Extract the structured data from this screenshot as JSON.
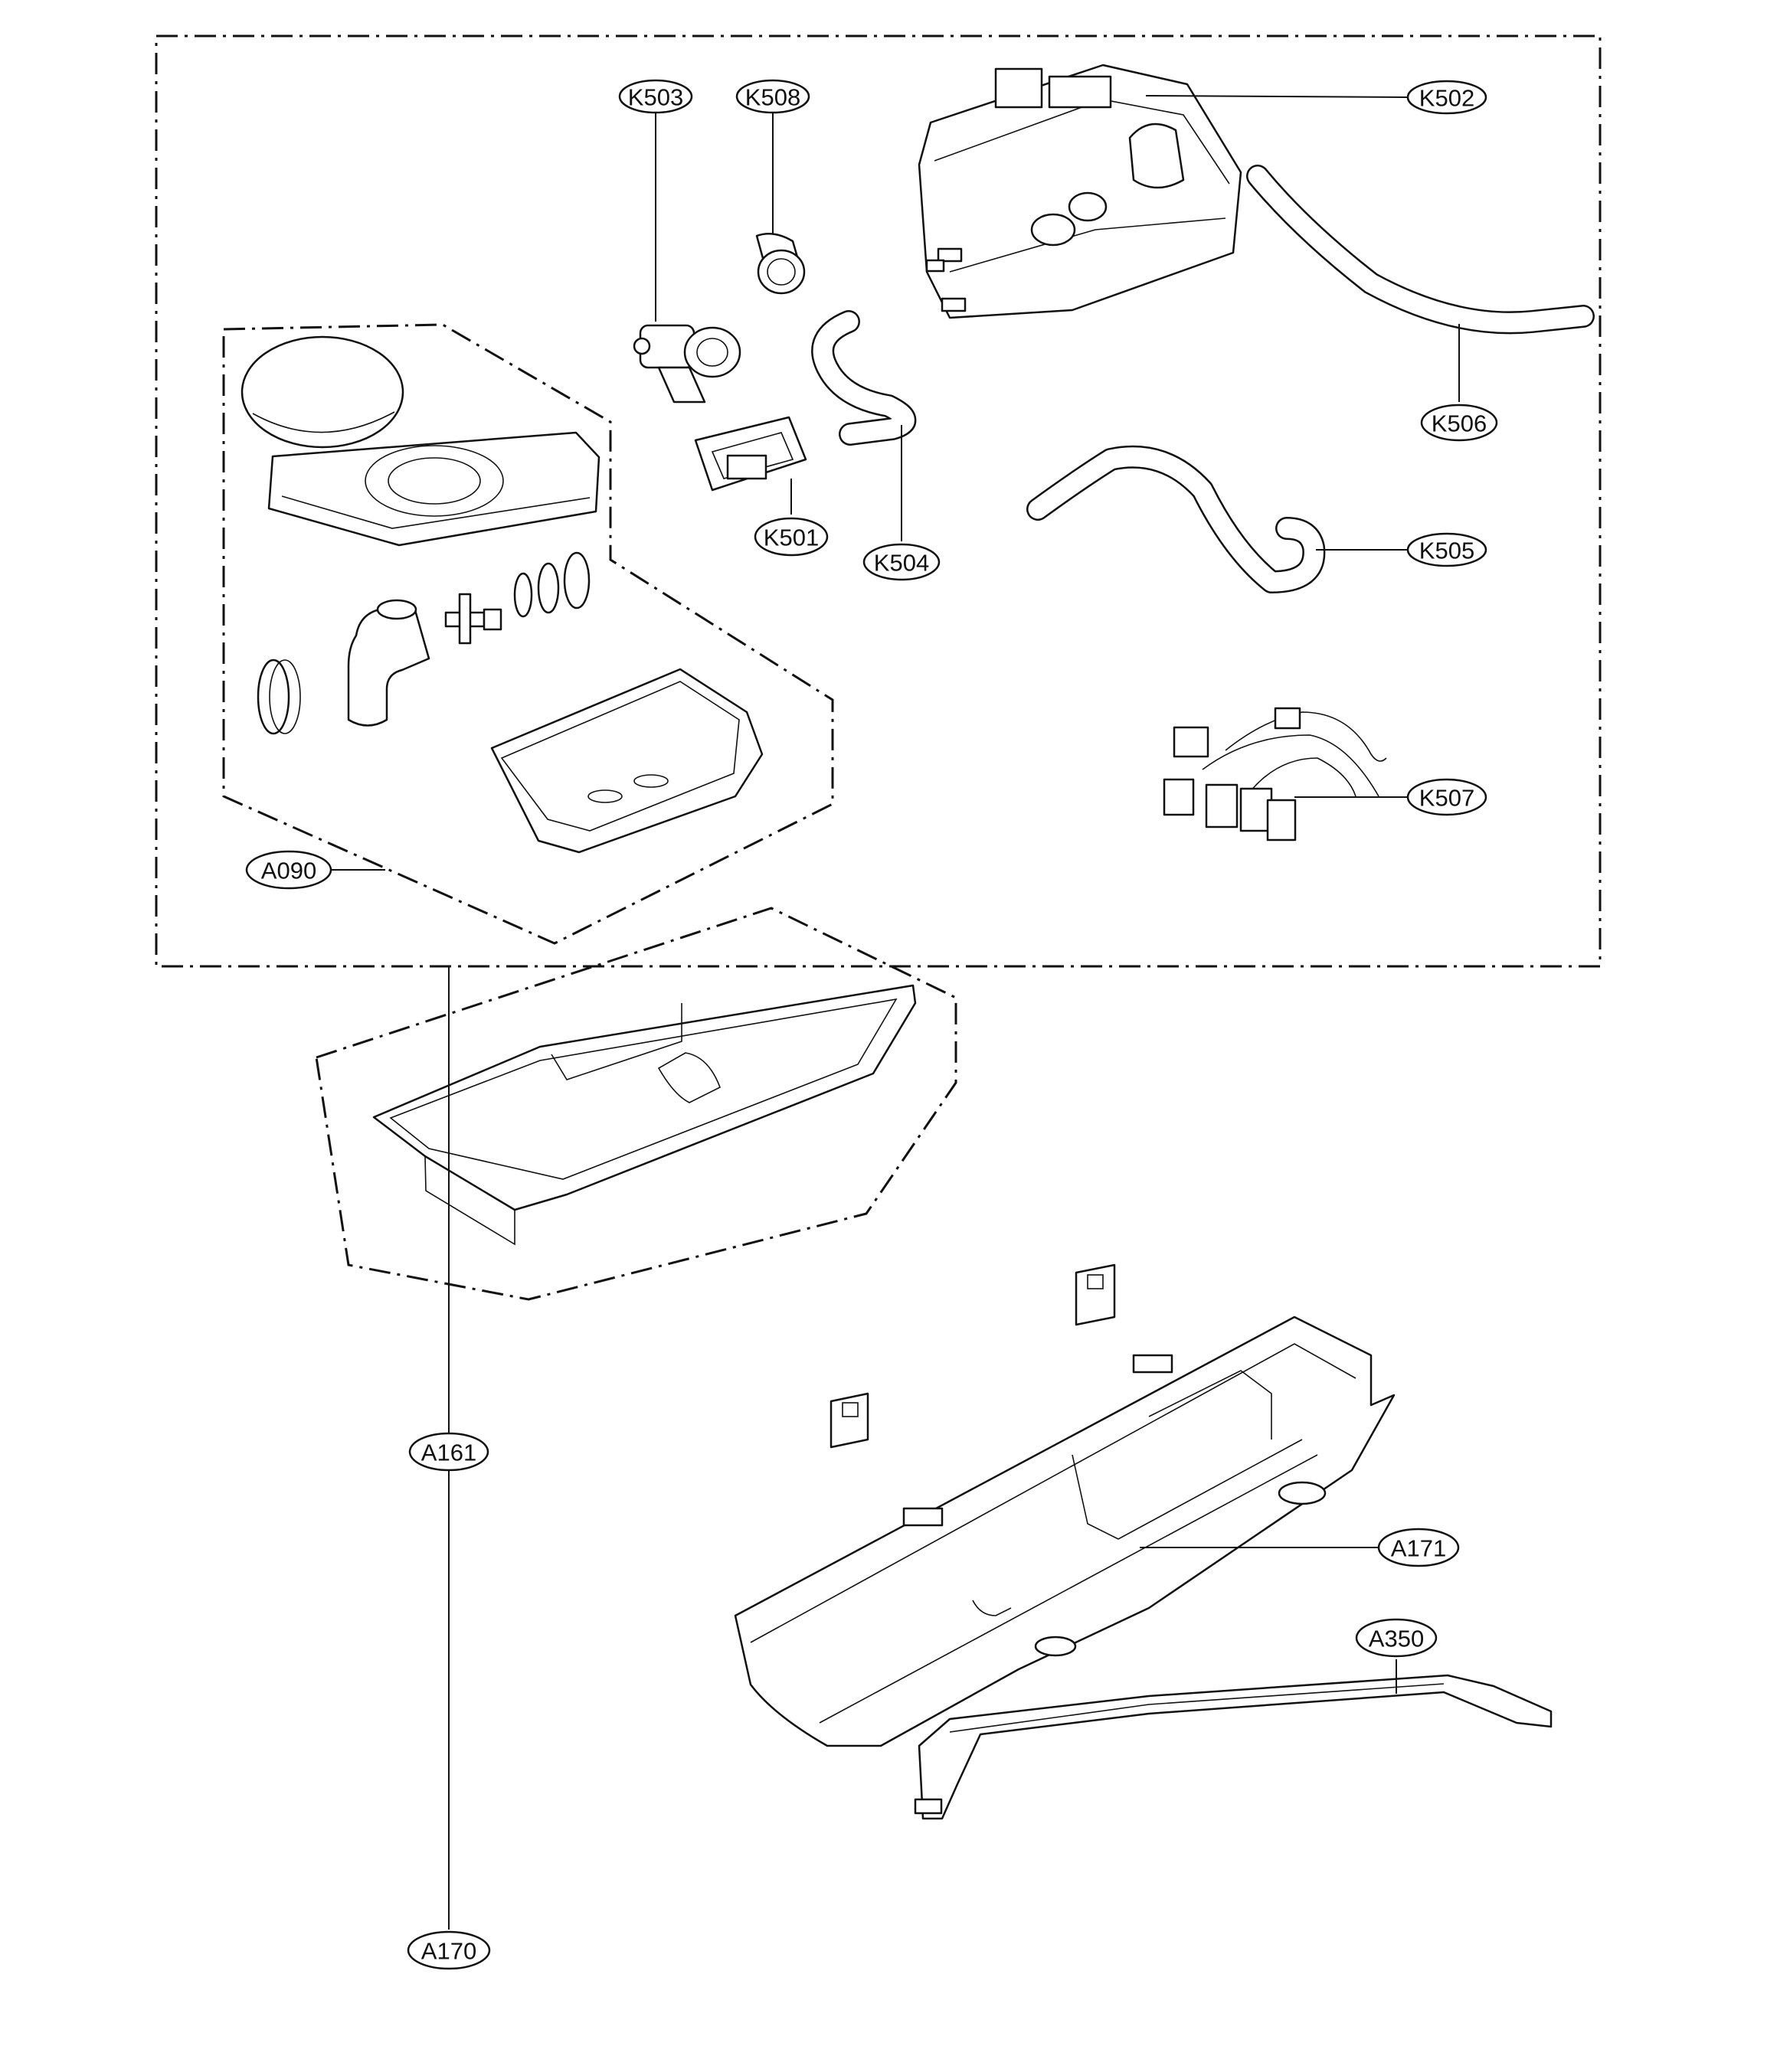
{
  "labels": {
    "k503": "K503",
    "k508": "K508",
    "k502": "K502",
    "k506": "K506",
    "k505": "K505",
    "k501": "K501",
    "k504": "K504",
    "k507": "K507",
    "a090": "A090",
    "a161": "A161",
    "a171": "A171",
    "a350": "A350",
    "a170": "A170"
  }
}
